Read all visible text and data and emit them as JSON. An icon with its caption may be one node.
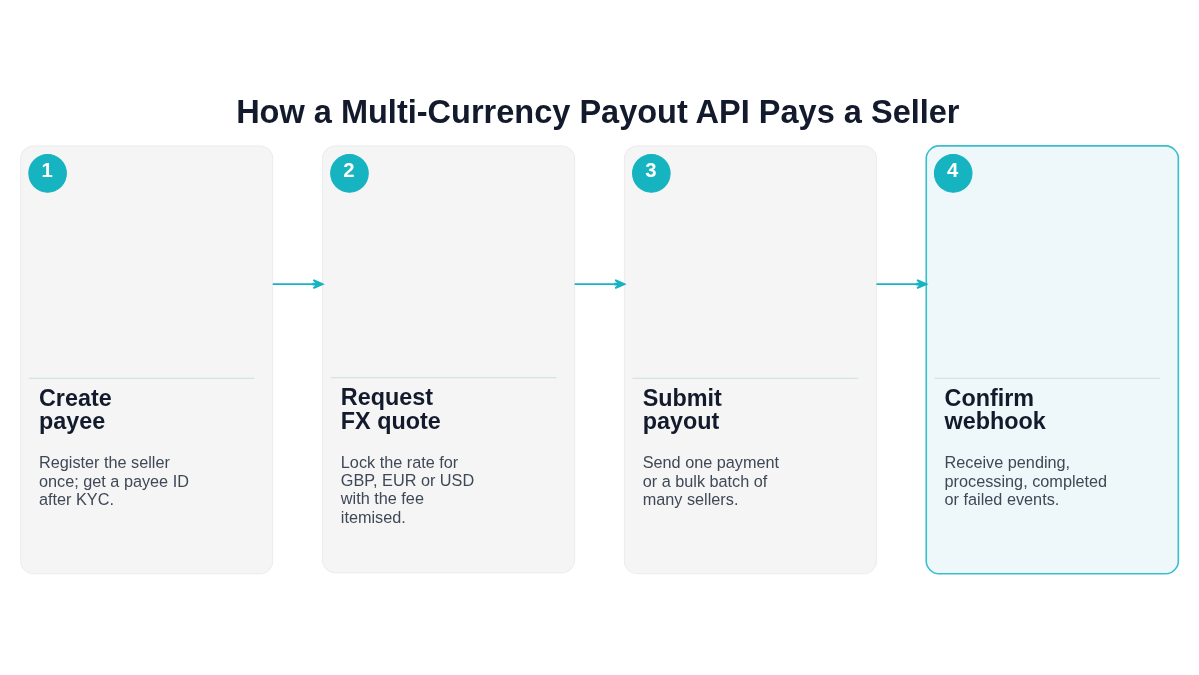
{
  "diagram": {
    "title": "How a Multi-Currency Payout API Pays a Seller",
    "nodes": [
      {
        "text": [
          "Create payee",
          "Register the seller once; get a payee ID after KYC."
        ]
      },
      {
        "text": [
          "1"
        ],
        "in": 0
      },
      {
        "text": [
          "Request FX quote",
          "Lock the rate for GBP, EUR or USD with the fee itemised."
        ]
      },
      {
        "text": [
          "2"
        ],
        "in": 2
      },
      {
        "text": [
          "Submit payout",
          "Send one payment or a bulk batch of many sellers."
        ]
      },
      {
        "text": [
          "3"
        ],
        "in": 4
      },
      {
        "text": [
          "Confirm webhook",
          "Receive pending, processing, completed or failed events."
        ]
      },
      {
        "text": [
          "4"
        ],
        "in": 6
      }
    ],
    "edges": [
      {
        "from": 0,
        "to": 2,
        "arrow": "to"
      },
      {
        "from": 2,
        "to": 4,
        "arrow": "to"
      },
      {
        "from": 4,
        "to": 6,
        "arrow": "to"
      }
    ]
  }
}
